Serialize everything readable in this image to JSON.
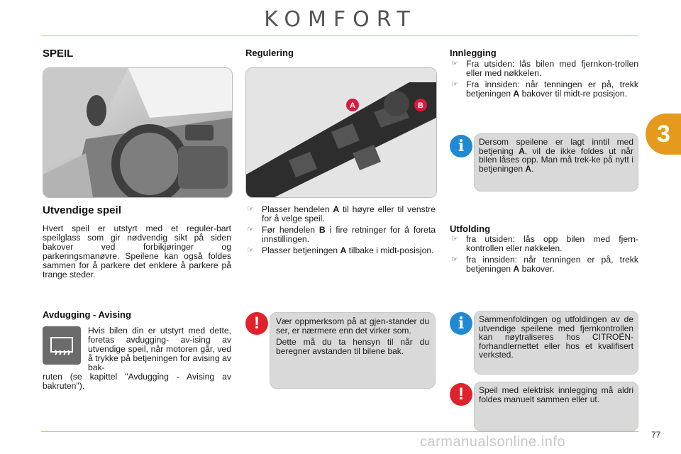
{
  "header": {
    "title": "KOMFORT"
  },
  "chapter_tab": "3",
  "col1": {
    "section_title": "SPEIL",
    "outer_title": "Utvendige speil",
    "outer_text": "Hvert speil er utstyrt med et reguler-bart speilglass som gir nødvendig sikt på siden bakover ved forbikjøringer og parkeringsmanøvre. Speilene kan også foldes sammen for å parkere det enklere å parkere på trange steder.",
    "demist_title": "Avdugging - Avising",
    "demist_text_1": "Hvis bilen din er utstyrt med dette, foretas avdugging- av-ising av utvendige speil, når motoren går, ved å trykke på betjeningen for avising av bak-",
    "demist_text_2": "ruten (se kapittel \"Avdugging - Avising av bakruten\")."
  },
  "col2": {
    "title": "Regulering",
    "label_a": "A",
    "label_b": "B",
    "bullets": [
      {
        "pre": "Plasser hendelen ",
        "bold": "A",
        "post": " til høyre eller til venstre for å velge speil."
      },
      {
        "pre": "Før hendelen ",
        "bold": "B",
        "post": " i fire retninger for å foreta innstillingen."
      },
      {
        "pre": "Plasser betjeningen ",
        "bold": "A",
        "post": " tilbake i midt-posisjon."
      }
    ],
    "warning_p1": "Vær oppmerksom på at gjen-stander du ser, er nærmere enn det virker som.",
    "warning_p2": "Dette må du ta hensyn til når du beregner avstanden til bilene bak."
  },
  "col3": {
    "fold_title": "Innlegging",
    "fold_bullets": [
      {
        "pre": "Fra utsiden: lås bilen med fjernkon-trollen eller med nøkkelen.",
        "bold": "",
        "post": ""
      },
      {
        "pre": "Fra innsiden: når tenningen er på, trekk betjeningen ",
        "bold": "A",
        "post": " bakover til midt-re posisjon."
      }
    ],
    "info1": {
      "pre": "Dersom speilene er lagt inntil med betjening ",
      "bold1": "A",
      "mid": ", vil de ikke foldes ut når bilen låses opp. Man må trek-ke på nytt i betjeningen ",
      "bold2": "A",
      "post": "."
    },
    "unfold_title": "Utfolding",
    "unfold_bullets": [
      {
        "pre": "fra utsiden: lås opp bilen med fjern-kontrollen eller nøkkelen.",
        "bold": "",
        "post": ""
      },
      {
        "pre": "fra innsiden: når tenningen er på, trekk betjeningen ",
        "bold": "A",
        "post": " bakover."
      }
    ],
    "info2": "Sammenfoldingen og utfoldingen av de utvendige speilene med fjernkontrollen kan nøytraliseres hos CITROËN-forhandlernettet eller hos et kvalifisert verksted.",
    "warning2": "Speil med elektrisk innlegging må aldri foldes manuelt sammen eller ut."
  },
  "footer": {
    "page": "77",
    "watermark": "carmanualsonline.info"
  },
  "colors": {
    "accent": "#e59a1d",
    "info_blue": "#1f8ad3",
    "warning_red": "#e0222c",
    "note_bg": "#d9d9d9"
  },
  "icons": [
    "info-icon",
    "warning-icon",
    "rear-defrost-icon",
    "bullet-pointer-icon"
  ]
}
